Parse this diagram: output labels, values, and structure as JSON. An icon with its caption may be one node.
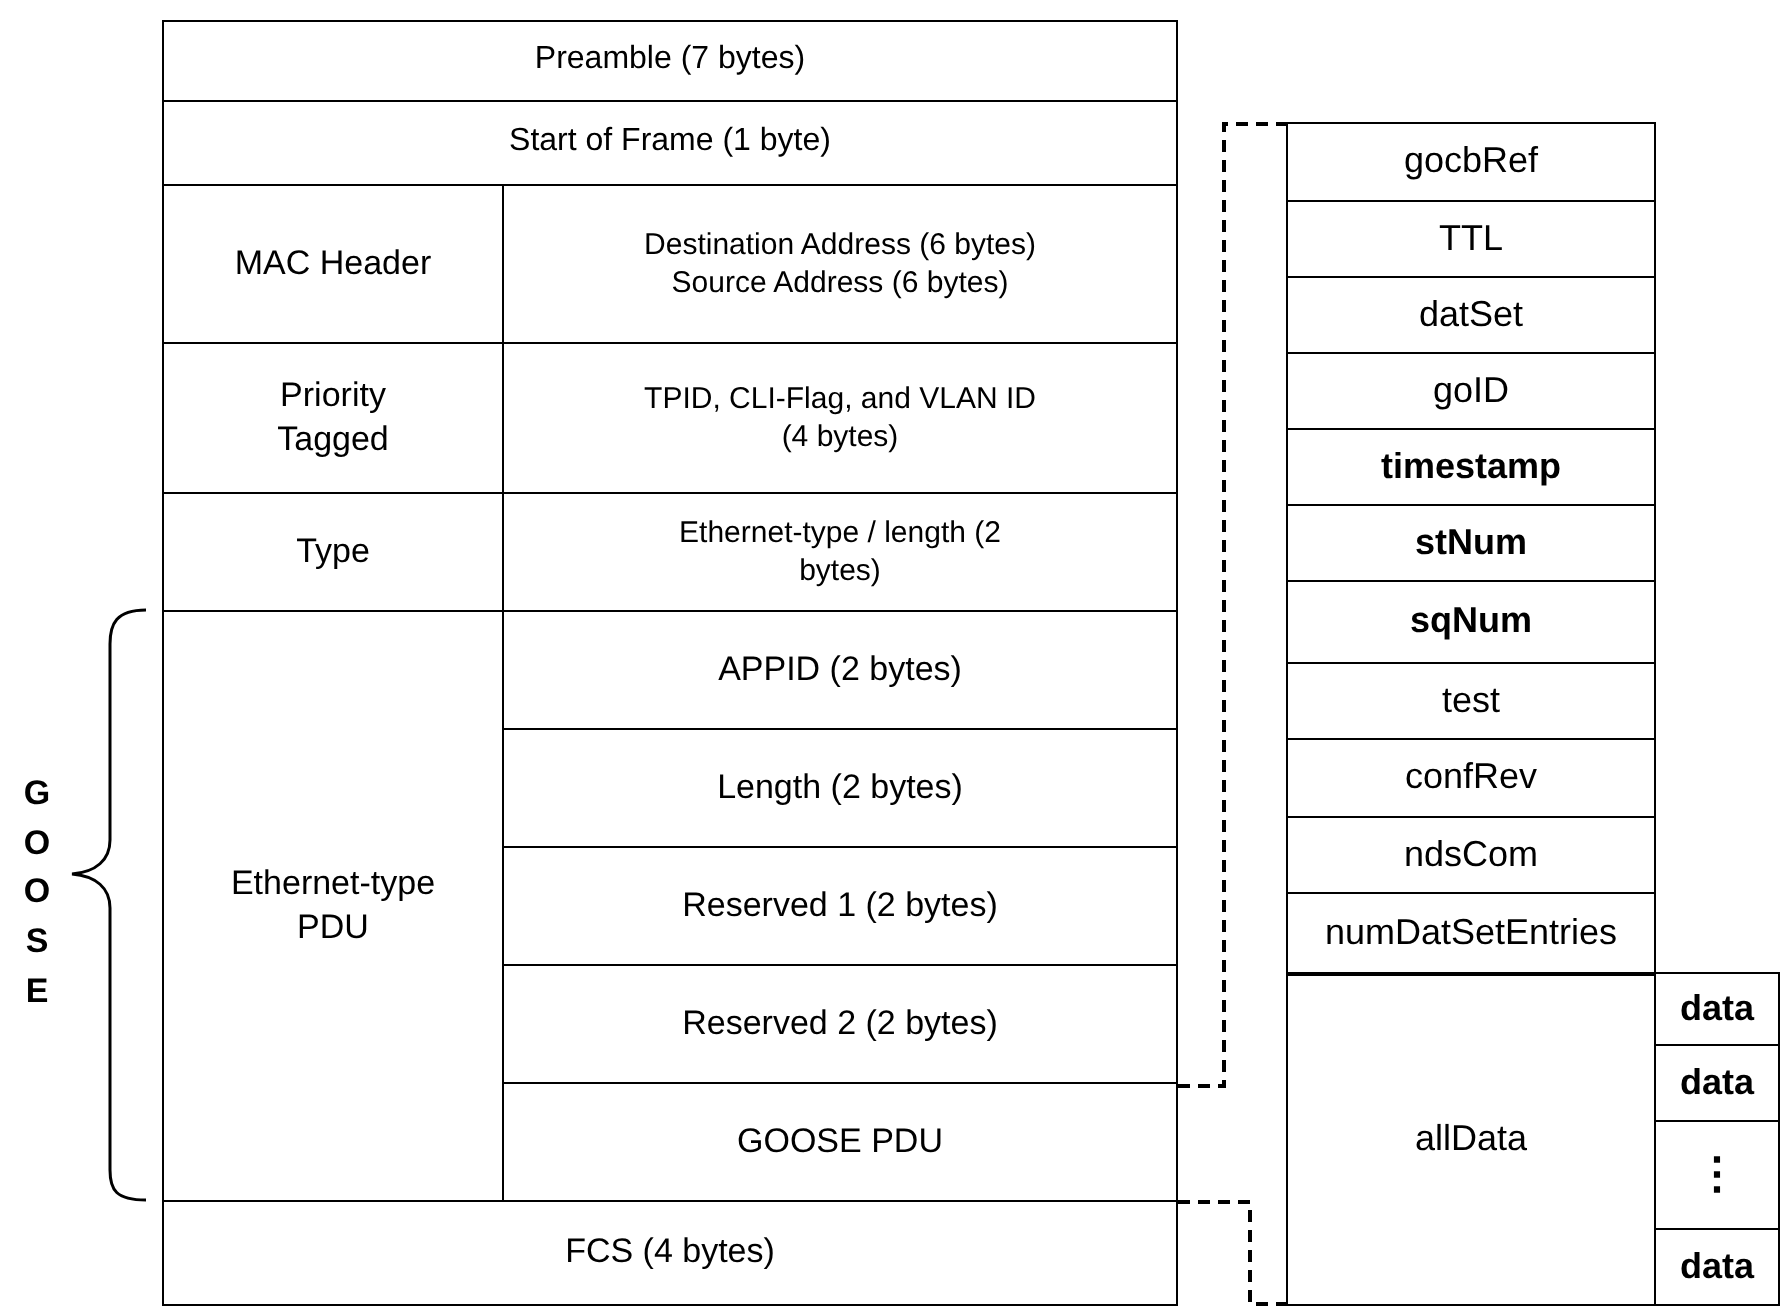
{
  "diagram": {
    "nodes": [
      {
        "text": [
          "Preamble (7 bytes)"
        ]
      },
      {
        "text": [
          "Start of Frame (1 byte)"
        ]
      },
      {
        "text": [
          "MAC Header"
        ]
      },
      {
        "text": [
          "Destination Address (6 bytes)",
          "Source Address (6 bytes)"
        ]
      },
      {
        "text": [
          "Priority Tagged"
        ]
      },
      {
        "text": [
          "TPID, CLI-Flag, and VLAN ID (4 bytes)"
        ]
      },
      {
        "text": [
          "Type"
        ]
      },
      {
        "text": [
          "Ethernet-type / length (2 bytes)"
        ]
      },
      {
        "text": [
          "Ethernet-type PDU"
        ]
      },
      {
        "text": [
          "APPID (2 bytes)"
        ]
      },
      {
        "text": [
          "Length (2 bytes)"
        ]
      },
      {
        "text": [
          "Reserved 1 (2 bytes)"
        ]
      },
      {
        "text": [
          "Reserved 2 (2 bytes)"
        ]
      },
      {
        "text": [
          "GOOSE PDU"
        ]
      },
      {
        "text": [
          "FCS (4 bytes)"
        ]
      },
      {
        "text": [
          "gocbRef"
        ]
      },
      {
        "text": [
          "TTL"
        ]
      },
      {
        "text": [
          "datSet"
        ]
      },
      {
        "text": [
          "goID"
        ]
      },
      {
        "text": [
          "timestamp"
        ]
      },
      {
        "text": [
          "stNum"
        ]
      },
      {
        "text": [
          "sqNum"
        ]
      },
      {
        "text": [
          "test"
        ]
      },
      {
        "text": [
          "confRev"
        ]
      },
      {
        "text": [
          "ndsCom"
        ]
      },
      {
        "text": [
          "numDatSetEntries"
        ]
      },
      {
        "text": [
          "allData"
        ]
      },
      {
        "text": [
          "data"
        ]
      },
      {
        "text": [
          "data"
        ]
      },
      {
        "text": [
          "⋮"
        ]
      },
      {
        "text": [
          "data"
        ]
      }
    ],
    "edges": [
      {
        "from": 13,
        "to": 15,
        "arrow": "none",
        "style": "dashed"
      },
      {
        "from": 13,
        "to": 26,
        "arrow": "none",
        "style": "dashed"
      }
    ],
    "labels": [
      "GOOSE"
    ]
  }
}
